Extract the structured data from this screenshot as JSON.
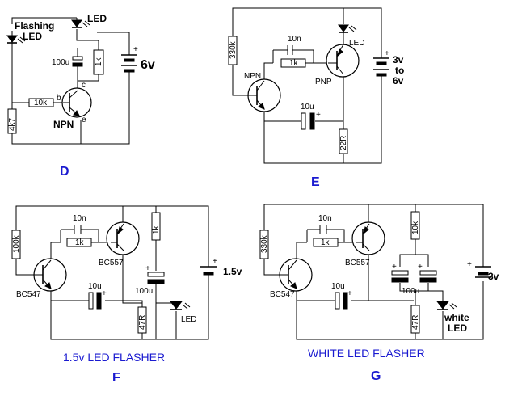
{
  "colors": {
    "wire": "#000000",
    "caption": "#1a1ad0",
    "background": "#ffffff"
  },
  "circuit_d": {
    "id": "D",
    "flashing_led": [
      "Flashing",
      "LED"
    ],
    "led": "LED",
    "cap": "100u",
    "r_coll": "1k",
    "battery": "6v",
    "r_base": "10k",
    "r_bias": "4k7",
    "transistor": "NPN",
    "pin_b": "b",
    "pin_c": "c",
    "pin_e": "e"
  },
  "circuit_e": {
    "id": "E",
    "r_bias": "330k",
    "c_fb": "10n",
    "r_fb": "1k",
    "npn": "NPN",
    "pnp": "PNP",
    "led": "LED",
    "c_main": "10u",
    "r_load": "22R",
    "battery": [
      "3v",
      "to",
      "6v"
    ]
  },
  "circuit_f": {
    "id": "F",
    "caption": "1.5v LED FLASHER",
    "r_bias": "100k",
    "c_fb": "10n",
    "r_fb": "1k",
    "q1": "BC547",
    "q2": "BC557",
    "r_top": "1k",
    "c_store": "100u",
    "c_main": "10u",
    "r_load": "47R",
    "led": "LED",
    "battery": "1.5v"
  },
  "circuit_g": {
    "id": "G",
    "caption": "WHITE LED FLASHER",
    "r_bias": "330k",
    "c_fb": "10n",
    "r_fb": "1k",
    "q1": "BC547",
    "q2": "BC557",
    "r_top": "10k",
    "c_store": "100u",
    "c_main": "10u",
    "r_load": "47R",
    "led": [
      "white",
      "LED"
    ],
    "battery": "3v"
  }
}
